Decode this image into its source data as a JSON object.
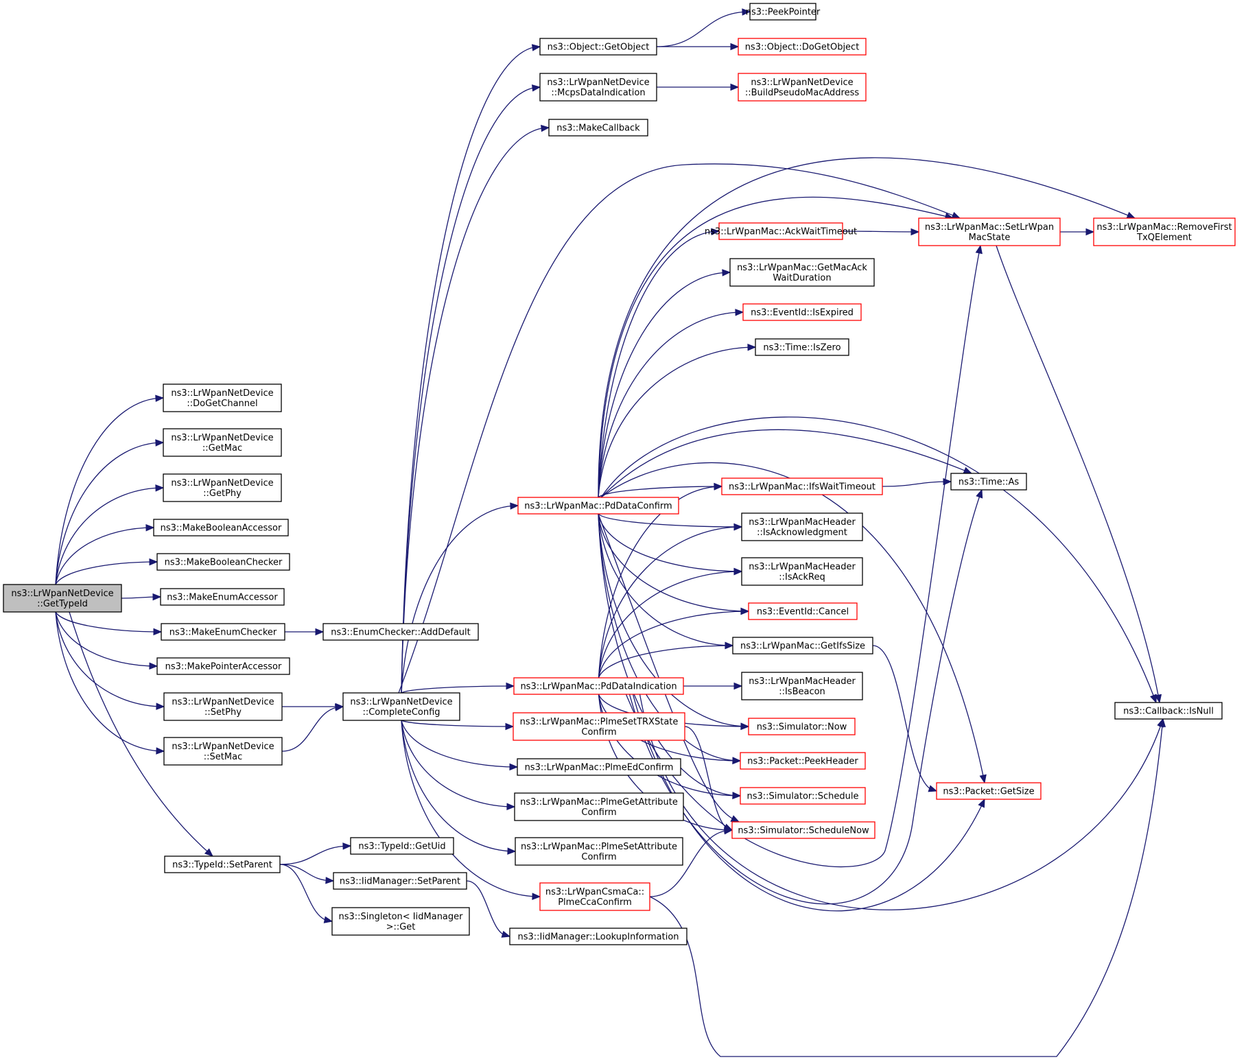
{
  "diagram": {
    "type": "call-graph",
    "root": "ns3::LrWpanNetDevice::GetTypeId",
    "colors": {
      "edge": "#191970",
      "border_normal": "#000000",
      "border_truncated": "#ff0000",
      "root_fill": "#bfbfbf",
      "node_fill": "#ffffff"
    },
    "nodes": [
      {
        "id": "GetTypeId",
        "lines": [
          "ns3::LrWpanNetDevice",
          "::GetTypeId"
        ],
        "style": "root"
      },
      {
        "id": "DoGetChannel",
        "lines": [
          "ns3::LrWpanNetDevice",
          "::DoGetChannel"
        ],
        "style": "normal"
      },
      {
        "id": "GetMac",
        "lines": [
          "ns3::LrWpanNetDevice",
          "::GetMac"
        ],
        "style": "normal"
      },
      {
        "id": "GetPhy",
        "lines": [
          "ns3::LrWpanNetDevice",
          "::GetPhy"
        ],
        "style": "normal"
      },
      {
        "id": "MakeBooleanAccessor",
        "lines": [
          "ns3::MakeBooleanAccessor"
        ],
        "style": "normal"
      },
      {
        "id": "MakeBooleanChecker",
        "lines": [
          "ns3::MakeBooleanChecker"
        ],
        "style": "normal"
      },
      {
        "id": "MakeEnumAccessor",
        "lines": [
          "ns3::MakeEnumAccessor"
        ],
        "style": "normal"
      },
      {
        "id": "MakeEnumChecker",
        "lines": [
          "ns3::MakeEnumChecker"
        ],
        "style": "normal"
      },
      {
        "id": "AddDefault",
        "lines": [
          "ns3::EnumChecker::AddDefault"
        ],
        "style": "normal"
      },
      {
        "id": "MakePointerAccessor",
        "lines": [
          "ns3::MakePointerAccessor"
        ],
        "style": "normal"
      },
      {
        "id": "SetPhy",
        "lines": [
          "ns3::LrWpanNetDevice",
          "::SetPhy"
        ],
        "style": "normal"
      },
      {
        "id": "SetMac",
        "lines": [
          "ns3::LrWpanNetDevice",
          "::SetMac"
        ],
        "style": "normal"
      },
      {
        "id": "CompleteConfig",
        "lines": [
          "ns3::LrWpanNetDevice",
          "::CompleteConfig"
        ],
        "style": "normal"
      },
      {
        "id": "TypeIdSetParent",
        "lines": [
          "ns3::TypeId::SetParent"
        ],
        "style": "normal"
      },
      {
        "id": "GetUid",
        "lines": [
          "ns3::TypeId::GetUid"
        ],
        "style": "normal"
      },
      {
        "id": "IidSetParent",
        "lines": [
          "ns3::IidManager::SetParent"
        ],
        "style": "normal"
      },
      {
        "id": "SingletonGet",
        "lines": [
          "ns3::Singleton< IidManager",
          ">::Get"
        ],
        "style": "normal"
      },
      {
        "id": "LookupInformation",
        "lines": [
          "ns3::IidManager::LookupInformation"
        ],
        "style": "normal"
      },
      {
        "id": "GetObject",
        "lines": [
          "ns3::Object::GetObject"
        ],
        "style": "normal"
      },
      {
        "id": "PeekPointer",
        "lines": [
          "ns3::PeekPointer"
        ],
        "style": "normal"
      },
      {
        "id": "DoGetObject",
        "lines": [
          "ns3::Object::DoGetObject"
        ],
        "style": "truncated"
      },
      {
        "id": "McpsDataIndication",
        "lines": [
          "ns3::LrWpanNetDevice",
          "::McpsDataIndication"
        ],
        "style": "normal"
      },
      {
        "id": "BuildPseudoMacAddress",
        "lines": [
          "ns3::LrWpanNetDevice",
          "::BuildPseudoMacAddress"
        ],
        "style": "truncated"
      },
      {
        "id": "MakeCallback",
        "lines": [
          "ns3::MakeCallback"
        ],
        "style": "normal"
      },
      {
        "id": "PdDataConfirm",
        "lines": [
          "ns3::LrWpanMac::PdDataConfirm"
        ],
        "style": "truncated"
      },
      {
        "id": "PdDataIndication",
        "lines": [
          "ns3::LrWpanMac::PdDataIndication"
        ],
        "style": "truncated"
      },
      {
        "id": "PlmeSetTRXStateConfirm",
        "lines": [
          "ns3::LrWpanMac::PlmeSetTRXState",
          "Confirm"
        ],
        "style": "truncated"
      },
      {
        "id": "PlmeEdConfirm",
        "lines": [
          "ns3::LrWpanMac::PlmeEdConfirm"
        ],
        "style": "normal"
      },
      {
        "id": "PlmeGetAttributeConfirm",
        "lines": [
          "ns3::LrWpanMac::PlmeGetAttribute",
          "Confirm"
        ],
        "style": "normal"
      },
      {
        "id": "PlmeSetAttributeConfirm",
        "lines": [
          "ns3::LrWpanMac::PlmeSetAttribute",
          "Confirm"
        ],
        "style": "normal"
      },
      {
        "id": "PlmeCcaConfirm",
        "lines": [
          "ns3::LrWpanCsmaCa::",
          "PlmeCcaConfirm"
        ],
        "style": "truncated"
      },
      {
        "id": "AckWaitTimeout",
        "lines": [
          "ns3::LrWpanMac::AckWaitTimeout"
        ],
        "style": "truncated"
      },
      {
        "id": "GetMacAckWaitDuration",
        "lines": [
          "ns3::LrWpanMac::GetMacAck",
          "WaitDuration"
        ],
        "style": "normal"
      },
      {
        "id": "IsExpired",
        "lines": [
          "ns3::EventId::IsExpired"
        ],
        "style": "truncated"
      },
      {
        "id": "IsZero",
        "lines": [
          "ns3::Time::IsZero"
        ],
        "style": "normal"
      },
      {
        "id": "IfsWaitTimeout",
        "lines": [
          "ns3::LrWpanMac::IfsWaitTimeout"
        ],
        "style": "truncated"
      },
      {
        "id": "IsAcknowledgment",
        "lines": [
          "ns3::LrWpanMacHeader",
          "::IsAcknowledgment"
        ],
        "style": "normal"
      },
      {
        "id": "IsAckReq",
        "lines": [
          "ns3::LrWpanMacHeader",
          "::IsAckReq"
        ],
        "style": "normal"
      },
      {
        "id": "Cancel",
        "lines": [
          "ns3::EventId::Cancel"
        ],
        "style": "truncated"
      },
      {
        "id": "GetIfsSize",
        "lines": [
          "ns3::LrWpanMac::GetIfsSize"
        ],
        "style": "normal"
      },
      {
        "id": "IsBeacon",
        "lines": [
          "ns3::LrWpanMacHeader",
          "::IsBeacon"
        ],
        "style": "normal"
      },
      {
        "id": "Now",
        "lines": [
          "ns3::Simulator::Now"
        ],
        "style": "truncated"
      },
      {
        "id": "PeekHeader",
        "lines": [
          "ns3::Packet::PeekHeader"
        ],
        "style": "truncated"
      },
      {
        "id": "Schedule",
        "lines": [
          "ns3::Simulator::Schedule"
        ],
        "style": "truncated"
      },
      {
        "id": "ScheduleNow",
        "lines": [
          "ns3::Simulator::ScheduleNow"
        ],
        "style": "truncated"
      },
      {
        "id": "SetLrWpanMacState",
        "lines": [
          "ns3::LrWpanMac::SetLrWpan",
          "MacState"
        ],
        "style": "truncated"
      },
      {
        "id": "RemoveFirstTxQElement",
        "lines": [
          "ns3::LrWpanMac::RemoveFirst",
          "TxQElement"
        ],
        "style": "truncated"
      },
      {
        "id": "TimeAs",
        "lines": [
          "ns3::Time::As"
        ],
        "style": "normal"
      },
      {
        "id": "GetSize",
        "lines": [
          "ns3::Packet::GetSize"
        ],
        "style": "truncated"
      },
      {
        "id": "IsNull",
        "lines": [
          "ns3::Callback::IsNull"
        ],
        "style": "normal"
      }
    ],
    "edges": [
      [
        "GetTypeId",
        "DoGetChannel"
      ],
      [
        "GetTypeId",
        "GetMac"
      ],
      [
        "GetTypeId",
        "GetPhy"
      ],
      [
        "GetTypeId",
        "MakeBooleanAccessor"
      ],
      [
        "GetTypeId",
        "MakeBooleanChecker"
      ],
      [
        "GetTypeId",
        "MakeEnumAccessor"
      ],
      [
        "GetTypeId",
        "MakeEnumChecker"
      ],
      [
        "GetTypeId",
        "MakePointerAccessor"
      ],
      [
        "GetTypeId",
        "SetPhy"
      ],
      [
        "GetTypeId",
        "SetMac"
      ],
      [
        "GetTypeId",
        "TypeIdSetParent"
      ],
      [
        "MakeEnumChecker",
        "AddDefault"
      ],
      [
        "SetPhy",
        "CompleteConfig"
      ],
      [
        "SetMac",
        "CompleteConfig"
      ],
      [
        "TypeIdSetParent",
        "GetUid"
      ],
      [
        "TypeIdSetParent",
        "IidSetParent"
      ],
      [
        "TypeIdSetParent",
        "SingletonGet"
      ],
      [
        "IidSetParent",
        "LookupInformation"
      ],
      [
        "CompleteConfig",
        "GetObject"
      ],
      [
        "CompleteConfig",
        "McpsDataIndication"
      ],
      [
        "CompleteConfig",
        "MakeCallback"
      ],
      [
        "CompleteConfig",
        "PdDataConfirm"
      ],
      [
        "CompleteConfig",
        "PdDataIndication"
      ],
      [
        "CompleteConfig",
        "PlmeSetTRXStateConfirm"
      ],
      [
        "CompleteConfig",
        "PlmeEdConfirm"
      ],
      [
        "CompleteConfig",
        "PlmeGetAttributeConfirm"
      ],
      [
        "CompleteConfig",
        "PlmeSetAttributeConfirm"
      ],
      [
        "CompleteConfig",
        "PlmeCcaConfirm"
      ],
      [
        "CompleteConfig",
        "SetLrWpanMacState"
      ],
      [
        "GetObject",
        "PeekPointer"
      ],
      [
        "GetObject",
        "DoGetObject"
      ],
      [
        "McpsDataIndication",
        "BuildPseudoMacAddress"
      ],
      [
        "PdDataConfirm",
        "AckWaitTimeout"
      ],
      [
        "PdDataConfirm",
        "GetMacAckWaitDuration"
      ],
      [
        "PdDataConfirm",
        "IsExpired"
      ],
      [
        "PdDataConfirm",
        "IsZero"
      ],
      [
        "PdDataConfirm",
        "IfsWaitTimeout"
      ],
      [
        "PdDataConfirm",
        "IsAcknowledgment"
      ],
      [
        "PdDataConfirm",
        "IsAckReq"
      ],
      [
        "PdDataConfirm",
        "Cancel"
      ],
      [
        "PdDataConfirm",
        "GetIfsSize"
      ],
      [
        "PdDataConfirm",
        "Now"
      ],
      [
        "PdDataConfirm",
        "PeekHeader"
      ],
      [
        "PdDataConfirm",
        "Schedule"
      ],
      [
        "PdDataConfirm",
        "ScheduleNow"
      ],
      [
        "PdDataConfirm",
        "SetLrWpanMacState"
      ],
      [
        "PdDataConfirm",
        "RemoveFirstTxQElement"
      ],
      [
        "PdDataConfirm",
        "TimeAs"
      ],
      [
        "PdDataConfirm",
        "GetSize"
      ],
      [
        "PdDataConfirm",
        "IsNull"
      ],
      [
        "PdDataIndication",
        "IfsWaitTimeout"
      ],
      [
        "PdDataIndication",
        "IsAcknowledgment"
      ],
      [
        "PdDataIndication",
        "IsAckReq"
      ],
      [
        "PdDataIndication",
        "Cancel"
      ],
      [
        "PdDataIndication",
        "GetIfsSize"
      ],
      [
        "PdDataIndication",
        "IsBeacon"
      ],
      [
        "PdDataIndication",
        "Now"
      ],
      [
        "PdDataIndication",
        "PeekHeader"
      ],
      [
        "PdDataIndication",
        "Schedule"
      ],
      [
        "PdDataIndication",
        "ScheduleNow"
      ],
      [
        "PdDataIndication",
        "SetLrWpanMacState"
      ],
      [
        "PdDataIndication",
        "GetSize"
      ],
      [
        "PdDataIndication",
        "IsNull"
      ],
      [
        "PdDataIndication",
        "TimeAs"
      ],
      [
        "PlmeSetTRXStateConfirm",
        "ScheduleNow"
      ],
      [
        "PlmeCcaConfirm",
        "ScheduleNow"
      ],
      [
        "PlmeCcaConfirm",
        "IsNull"
      ],
      [
        "AckWaitTimeout",
        "SetLrWpanMacState"
      ],
      [
        "IfsWaitTimeout",
        "TimeAs"
      ],
      [
        "GetIfsSize",
        "GetSize"
      ],
      [
        "SetLrWpanMacState",
        "RemoveFirstTxQElement"
      ],
      [
        "SetLrWpanMacState",
        "IsNull"
      ]
    ]
  }
}
